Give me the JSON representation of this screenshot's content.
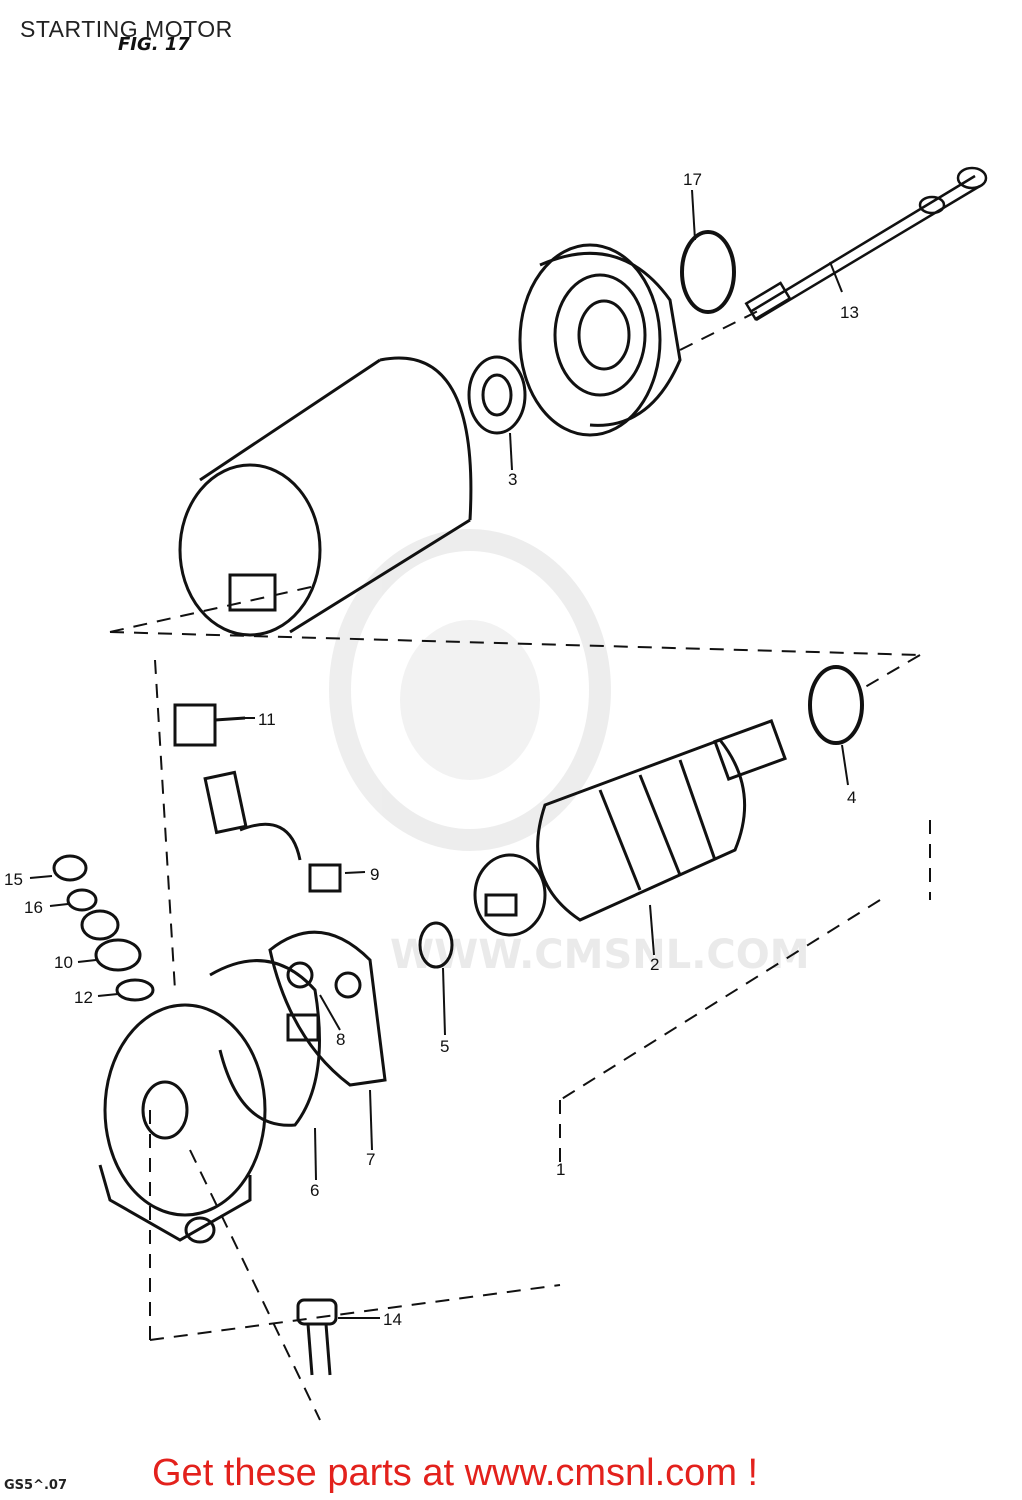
{
  "page": {
    "title": "STARTING MOTOR",
    "figure_label": "FIG. 17",
    "footer_code": "GS5^.07",
    "promo_text": "Get these parts at www.cmsnl.com !",
    "promo_color": "#e3211c"
  },
  "watermark": {
    "text": "WWW.CMSNL.COM",
    "color": "#e8e8e8"
  },
  "parts": [
    {
      "key": "p1",
      "label": "1"
    },
    {
      "key": "p2",
      "label": "2"
    },
    {
      "key": "p3",
      "label": "3"
    },
    {
      "key": "p4",
      "label": "4"
    },
    {
      "key": "p5",
      "label": "5"
    },
    {
      "key": "p6",
      "label": "6"
    },
    {
      "key": "p7",
      "label": "7"
    },
    {
      "key": "p8",
      "label": "8"
    },
    {
      "key": "p9",
      "label": "9"
    },
    {
      "key": "p10",
      "label": "10"
    },
    {
      "key": "p11",
      "label": "11"
    },
    {
      "key": "p12",
      "label": "12"
    },
    {
      "key": "p13",
      "label": "13"
    },
    {
      "key": "p14",
      "label": "14"
    },
    {
      "key": "p15",
      "label": "15"
    },
    {
      "key": "p16",
      "label": "16"
    },
    {
      "key": "p17",
      "label": "17"
    }
  ]
}
